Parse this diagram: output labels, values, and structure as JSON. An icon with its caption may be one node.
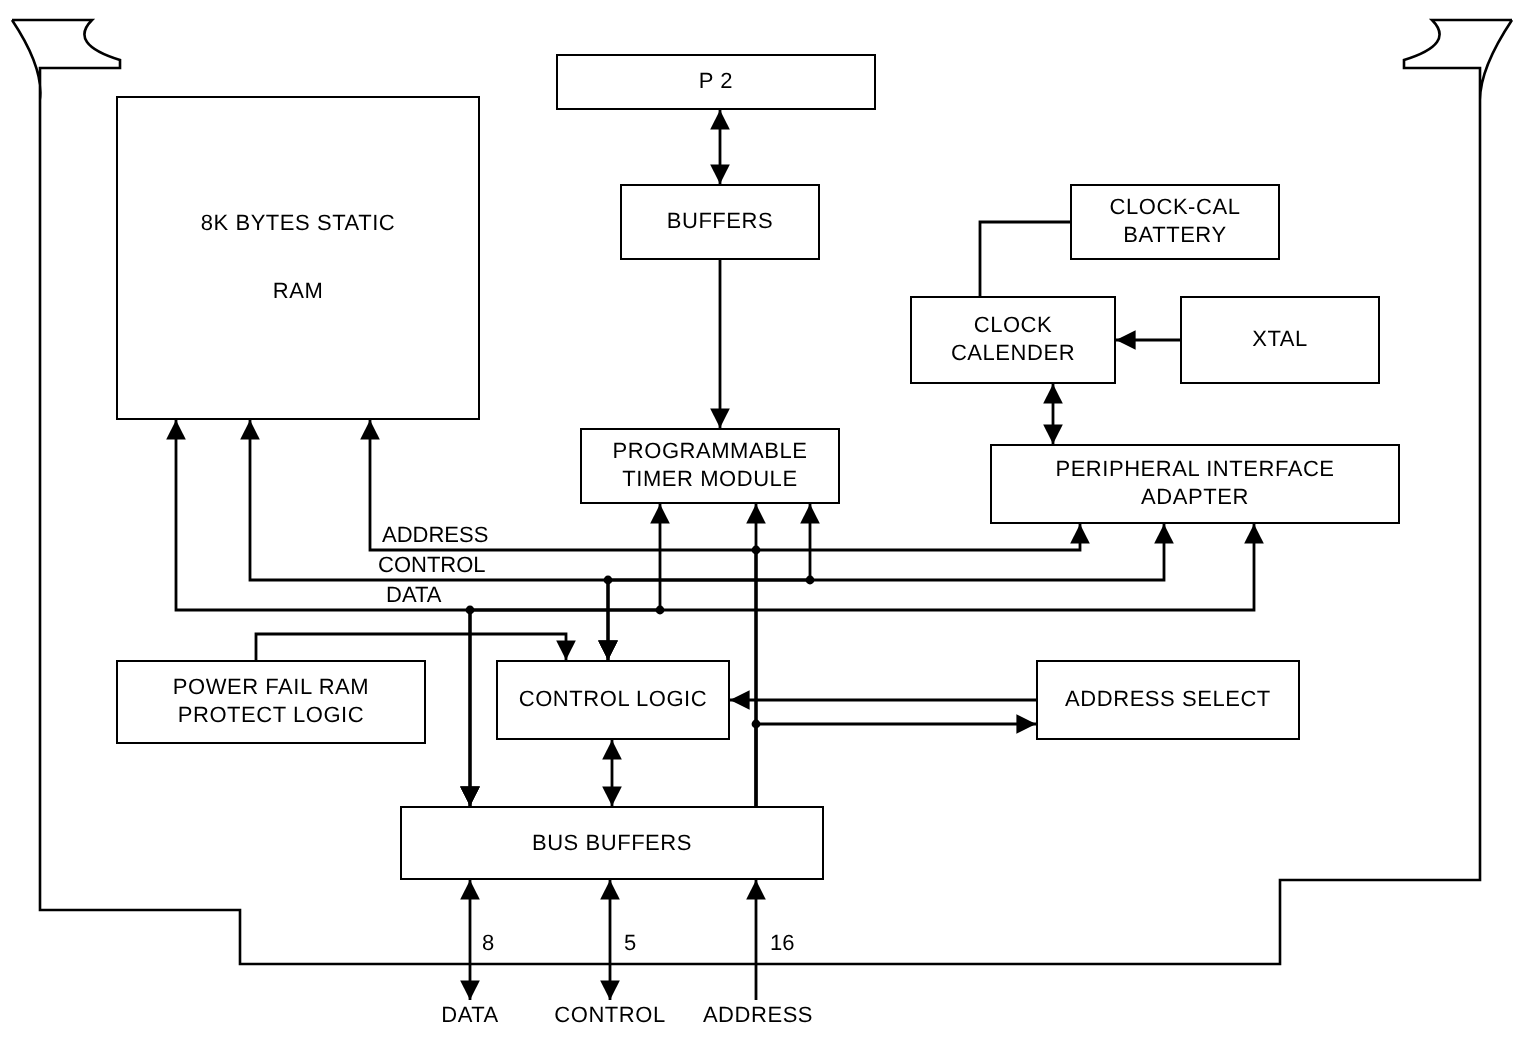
{
  "diagram": {
    "nodes": [
      {
        "text": [
          "P 2"
        ]
      },
      {
        "text": [
          "BUFFERS"
        ]
      },
      {
        "text": [
          "8K BYTES STATIC RAM"
        ]
      },
      {
        "text": [
          "CLOCK-CAL BATTERY"
        ]
      },
      {
        "text": [
          "CLOCK CALENDER"
        ]
      },
      {
        "text": [
          "XTAL"
        ]
      },
      {
        "text": [
          "PROGRAMMABLE TIMER MODULE"
        ]
      },
      {
        "text": [
          "PERIPHERAL INTERFACE ADAPTER"
        ]
      },
      {
        "text": [
          "POWER FAIL RAM PROTECT LOGIC"
        ]
      },
      {
        "text": [
          "CONTROL LOGIC"
        ]
      },
      {
        "text": [
          "ADDRESS SELECT"
        ]
      },
      {
        "text": [
          "BUS BUFFERS"
        ]
      },
      {
        "text": [
          "DATA"
        ]
      },
      {
        "text": [
          "CONTROL"
        ]
      },
      {
        "text": [
          "ADDRESS"
        ]
      }
    ],
    "edges": [
      {
        "from": 0,
        "to": 1,
        "arrow": "both"
      },
      {
        "from": 1,
        "to": 6,
        "arrow": "to"
      },
      {
        "from": 3,
        "to": 4,
        "arrow": "none"
      },
      {
        "from": 5,
        "to": 4,
        "arrow": "to"
      },
      {
        "from": 4,
        "to": 7,
        "arrow": "both"
      },
      {
        "from": 10,
        "to": 9,
        "arrow": "to"
      },
      {
        "from": 8,
        "to": 9,
        "arrow": "to"
      },
      {
        "from": 11,
        "to": 2,
        "arrow": "both"
      },
      {
        "from": 11,
        "to": 6,
        "arrow": "both"
      },
      {
        "from": 11,
        "to": 7,
        "arrow": "both"
      },
      {
        "from": 9,
        "to": 2,
        "arrow": "both"
      },
      {
        "from": 9,
        "to": 6,
        "arrow": "both"
      },
      {
        "from": 9,
        "to": 7,
        "arrow": "both"
      },
      {
        "from": 11,
        "to": 6,
        "arrow": "to"
      },
      {
        "from": 11,
        "to": 2,
        "arrow": "to"
      },
      {
        "from": 11,
        "to": 7,
        "arrow": "to"
      },
      {
        "from": 11,
        "to": 10,
        "arrow": "to"
      },
      {
        "from": 9,
        "to": 11,
        "arrow": "both"
      },
      {
        "from": 11,
        "to": 12,
        "arrow": "both",
        "label": "8"
      },
      {
        "from": 11,
        "to": 13,
        "arrow": "both",
        "label": "5"
      },
      {
        "from": 14,
        "to": 11,
        "arrow": "to",
        "label": "16"
      }
    ],
    "labels": [
      "ADDRESS",
      "CONTROL",
      "DATA"
    ]
  }
}
